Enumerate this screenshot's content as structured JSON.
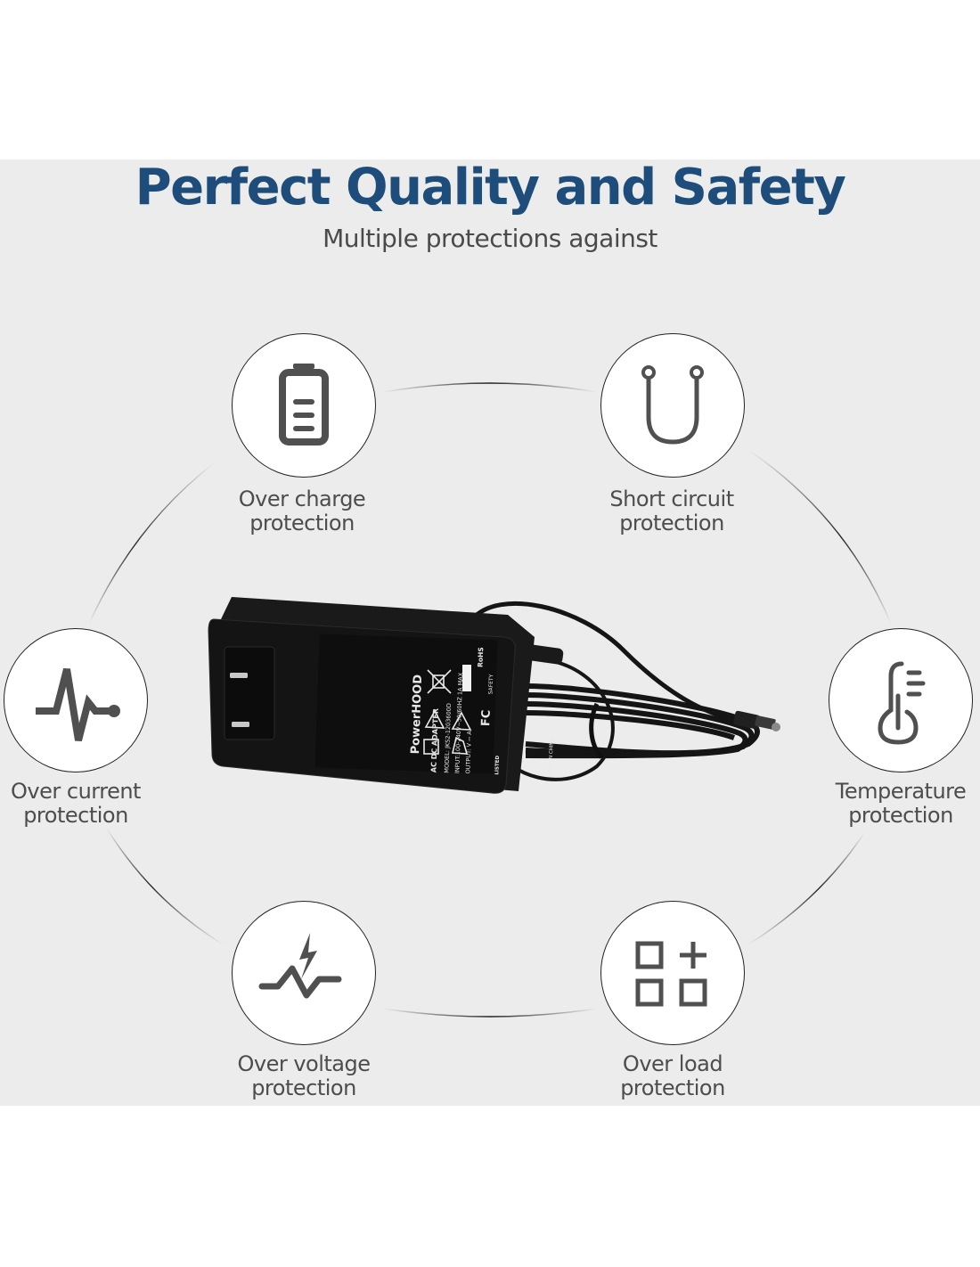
{
  "header": {
    "title": "Perfect Quality and Safety",
    "subtitle": "Multiple protections against"
  },
  "colors": {
    "title": "#1e4d7b",
    "panel": "#ececec",
    "icon": "#505050"
  },
  "features": [
    {
      "icon": "battery-icon",
      "line1": "Over charge",
      "line2": "protection"
    },
    {
      "icon": "short-circuit-icon",
      "line1": "Short circuit",
      "line2": "protection"
    },
    {
      "icon": "current-pulse-icon",
      "line1": "Over current",
      "line2": "protection"
    },
    {
      "icon": "thermometer-icon",
      "line1": "Temperature",
      "line2": "protection"
    },
    {
      "icon": "voltage-spike-icon",
      "line1": "Over voltage",
      "line2": "protection"
    },
    {
      "icon": "load-grid-icon",
      "line1": "Over load",
      "line2": "protection"
    }
  ],
  "product": {
    "brand": "PowerHOOD",
    "type": "AC DC ADAPTER",
    "model": "MODEL: JKS2-1203600D",
    "input": "INPUT:100-240V~50/60HZ 1A MAX",
    "output": "OUTPUT:  V ⎓ A",
    "rohs": "RoHS",
    "safety": "SAFETY",
    "fcc": "FC",
    "ul": "LISTED",
    "origin": "MADE IN CHINA"
  }
}
